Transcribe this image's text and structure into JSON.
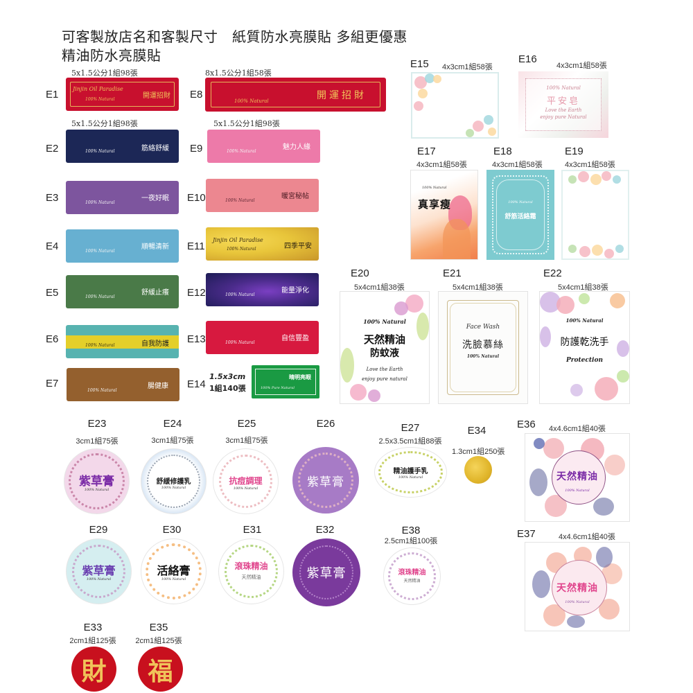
{
  "header": {
    "line1": "可客製放店名和客製尺寸　紙質防水亮膜貼 多組更優惠",
    "line2": "精油防水亮膜貼"
  },
  "rect_labels": {
    "size_5x15": "5x1.5公分1組98張",
    "size_8x15": "8x1.5公分1組58張",
    "size_e14_line1": "1.5x3cm",
    "size_e14_line2": "1組140張",
    "brand": "Jinjin Oil Paradise",
    "natural": "100% Natural",
    "pure_natural": "100% Pure Natural",
    "items": [
      {
        "code": "E1",
        "name": "開運招財",
        "color": "#c8102e"
      },
      {
        "code": "E2",
        "name": "筋絡舒緩",
        "color": "#1c2756"
      },
      {
        "code": "E3",
        "name": "一夜好眠",
        "color": "#7d559e"
      },
      {
        "code": "E4",
        "name": "順暢清新",
        "color": "#67b0d1"
      },
      {
        "code": "E5",
        "name": "舒緩止癢",
        "color": "#4a7a48"
      },
      {
        "code": "E6",
        "name": "自我防護",
        "color": "#57b3b0"
      },
      {
        "code": "E7",
        "name": "腸健康",
        "color": "#94602e"
      },
      {
        "code": "E8",
        "name": "開運招財",
        "color": "#c8102e"
      },
      {
        "code": "E9",
        "name": "魅力人緣",
        "color": "#ed7aa9"
      },
      {
        "code": "E10",
        "name": "暖宮秘帖",
        "color": "#ec8790"
      },
      {
        "code": "E11",
        "name": "四季平安",
        "color": "#e8c53a"
      },
      {
        "code": "E12",
        "name": "能量淨化",
        "color": "#3a2779"
      },
      {
        "code": "E13",
        "name": "自信豐盈",
        "color": "#d7193f"
      },
      {
        "code": "E14",
        "name": "晴明亮眼",
        "color": "#1a9a43"
      }
    ]
  },
  "rect_cards": {
    "size_4x3": "4x3cm1組58張",
    "size_5x4": "5x4cm1組38張",
    "items": [
      {
        "code": "E15",
        "size": "4x3cm1組58張"
      },
      {
        "code": "E16",
        "size": "4x3cm1組58張",
        "line1": "100% Natural",
        "name": "平安皂",
        "line2": "Love the Earth",
        "line3": "enjoy pure Natural"
      },
      {
        "code": "E17",
        "size": "4x3cm1組58張",
        "line1": "100% Natural",
        "name": "真享瘦"
      },
      {
        "code": "E18",
        "size": "4x3cm1組58張",
        "line1": "100% Natural",
        "name": "舒筋活絡霜"
      },
      {
        "code": "E19",
        "size": "4x3cm1組58張"
      },
      {
        "code": "E20",
        "size": "5x4cm1組38張",
        "line1": "100% Natural",
        "name1": "天然精油",
        "name2": "防蚊液",
        "line2": "Love the Earth",
        "line3": "enjoy pure natural"
      },
      {
        "code": "E21",
        "size": "5x4cm1組38張",
        "line1": "Face Wash",
        "name": "洗臉慕絲",
        "line2": "100% Natural"
      },
      {
        "code": "E22",
        "size": "5x4cm1組38張",
        "line1": "100% Natural",
        "name": "防護乾洗手",
        "line2": "Protection"
      }
    ]
  },
  "round_labels": {
    "items": [
      {
        "code": "E23",
        "size": "3cm1組75張",
        "name": "紫草膏",
        "sub": "100% Natural"
      },
      {
        "code": "E24",
        "size": "3cm1組75張",
        "name": "舒緩修護乳",
        "sub": "100% Natural"
      },
      {
        "code": "E25",
        "size": "3cm1組75張",
        "name": "抗痘調理",
        "sub": "100% Natural"
      },
      {
        "code": "E26",
        "name": "紫草膏"
      },
      {
        "code": "E27",
        "size": "2.5x3.5cm1組88張",
        "name": "精油護手乳",
        "sub": "100% Natural"
      },
      {
        "code": "E34",
        "size": "1.3cm1組250張"
      },
      {
        "code": "E29",
        "name": "紫草膏",
        "sub": "100% Natural"
      },
      {
        "code": "E30",
        "name": "活絡膏",
        "sub": "100% Natural"
      },
      {
        "code": "E31",
        "name": "滾珠精油",
        "sub": "天然精油"
      },
      {
        "code": "E32",
        "name": "紫草膏"
      },
      {
        "code": "E38",
        "size": "2.5cm1組100張",
        "name": "滾珠精油",
        "sub": "天然精油"
      },
      {
        "code": "E33",
        "size": "2cm1組125張",
        "name": "財"
      },
      {
        "code": "E35",
        "size": "2cm1組125張",
        "name": "福"
      },
      {
        "code": "E36",
        "size": "4x4.6cm1組40張",
        "name": "天然精油",
        "sub": "100% Natural"
      },
      {
        "code": "E37",
        "size": "4x4.6cm1組40張",
        "name": "天然精油",
        "sub": "100% Natural"
      }
    ]
  },
  "colors": {
    "gold": "#f0c35a",
    "purple_text": "#7a2aa6",
    "pink_text": "#e0448c"
  }
}
